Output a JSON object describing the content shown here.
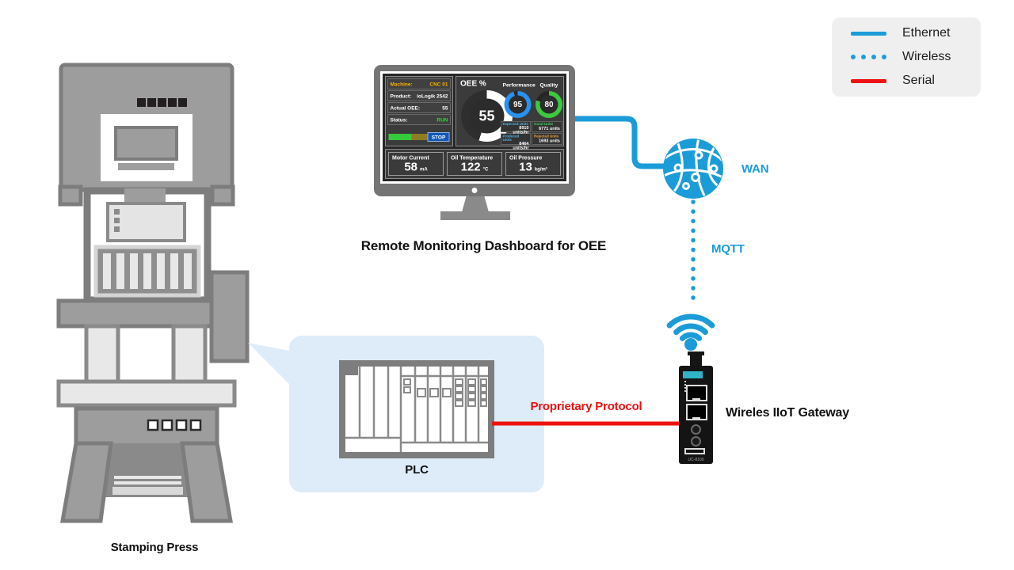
{
  "colors": {
    "ethernet_blue": "#1b9cd8",
    "serial_red": "#ee1111",
    "callout_blue": "#ddecf8",
    "press_gray": "#9d9d9d"
  },
  "legend": {
    "items": [
      {
        "label": "Ethernet",
        "style": "solid-blue"
      },
      {
        "label": "Wireless",
        "style": "dotted-blue"
      },
      {
        "label": "Serial",
        "style": "solid-red"
      }
    ]
  },
  "monitor": {
    "caption": "Remote Monitoring Dashboard for OEE",
    "dashboard": {
      "info_rows": [
        {
          "label": "Machine:",
          "value": "CNC 01",
          "label_color": "#f7b500",
          "value_color": "#f7b500"
        },
        {
          "label": "Product:",
          "value": "ioLogik 2542",
          "label_color": "#ffffff",
          "value_color": "#ffffff"
        },
        {
          "label": "Actual OEE:",
          "value": "55",
          "label_color": "#ffffff",
          "value_color": "#ffffff"
        },
        {
          "label": "Status:",
          "value": "RUN",
          "label_color": "#ffffff",
          "value_color": "#35d435"
        }
      ],
      "stop_button": "STOP",
      "oee": {
        "title": "OEE %",
        "value": 55,
        "color": "#ffffff",
        "track": "#2e2e2e"
      },
      "performance": {
        "label": "Performance",
        "value": 95,
        "color": "#2792ef",
        "track": "#262626"
      },
      "quality": {
        "label": "Quality",
        "value": 80,
        "color": "#3bc93f",
        "track": "#262626"
      },
      "unit_stats": [
        {
          "label": "Expected Units",
          "value": "8910 units/hr",
          "color": "#4fb3e8"
        },
        {
          "label": "Good Units",
          "value": "6771 units",
          "color": "#44d05c"
        },
        {
          "label": "Produced Units",
          "value": "8464 units/hr",
          "color": "#4fb3e8"
        },
        {
          "label": "Rejected Units",
          "value": "1693 units",
          "color": "#f2a33c"
        }
      ],
      "metrics": [
        {
          "label": "Motor Current",
          "value": "58",
          "unit": "mA"
        },
        {
          "label": "Oil Temperature",
          "value": "122",
          "unit": "°C"
        },
        {
          "label": "Oil Pressure",
          "value": "13",
          "unit": "kg/m³"
        }
      ]
    }
  },
  "connections": {
    "wan_label": "WAN",
    "mqtt_label": "MQTT",
    "protocol_label": "Proprietary Protocol"
  },
  "devices": {
    "gateway_label": "Wireles IIoT Gateway",
    "gateway_model": "UC-8100",
    "plc_label": "PLC",
    "press_label": "Stamping Press"
  }
}
